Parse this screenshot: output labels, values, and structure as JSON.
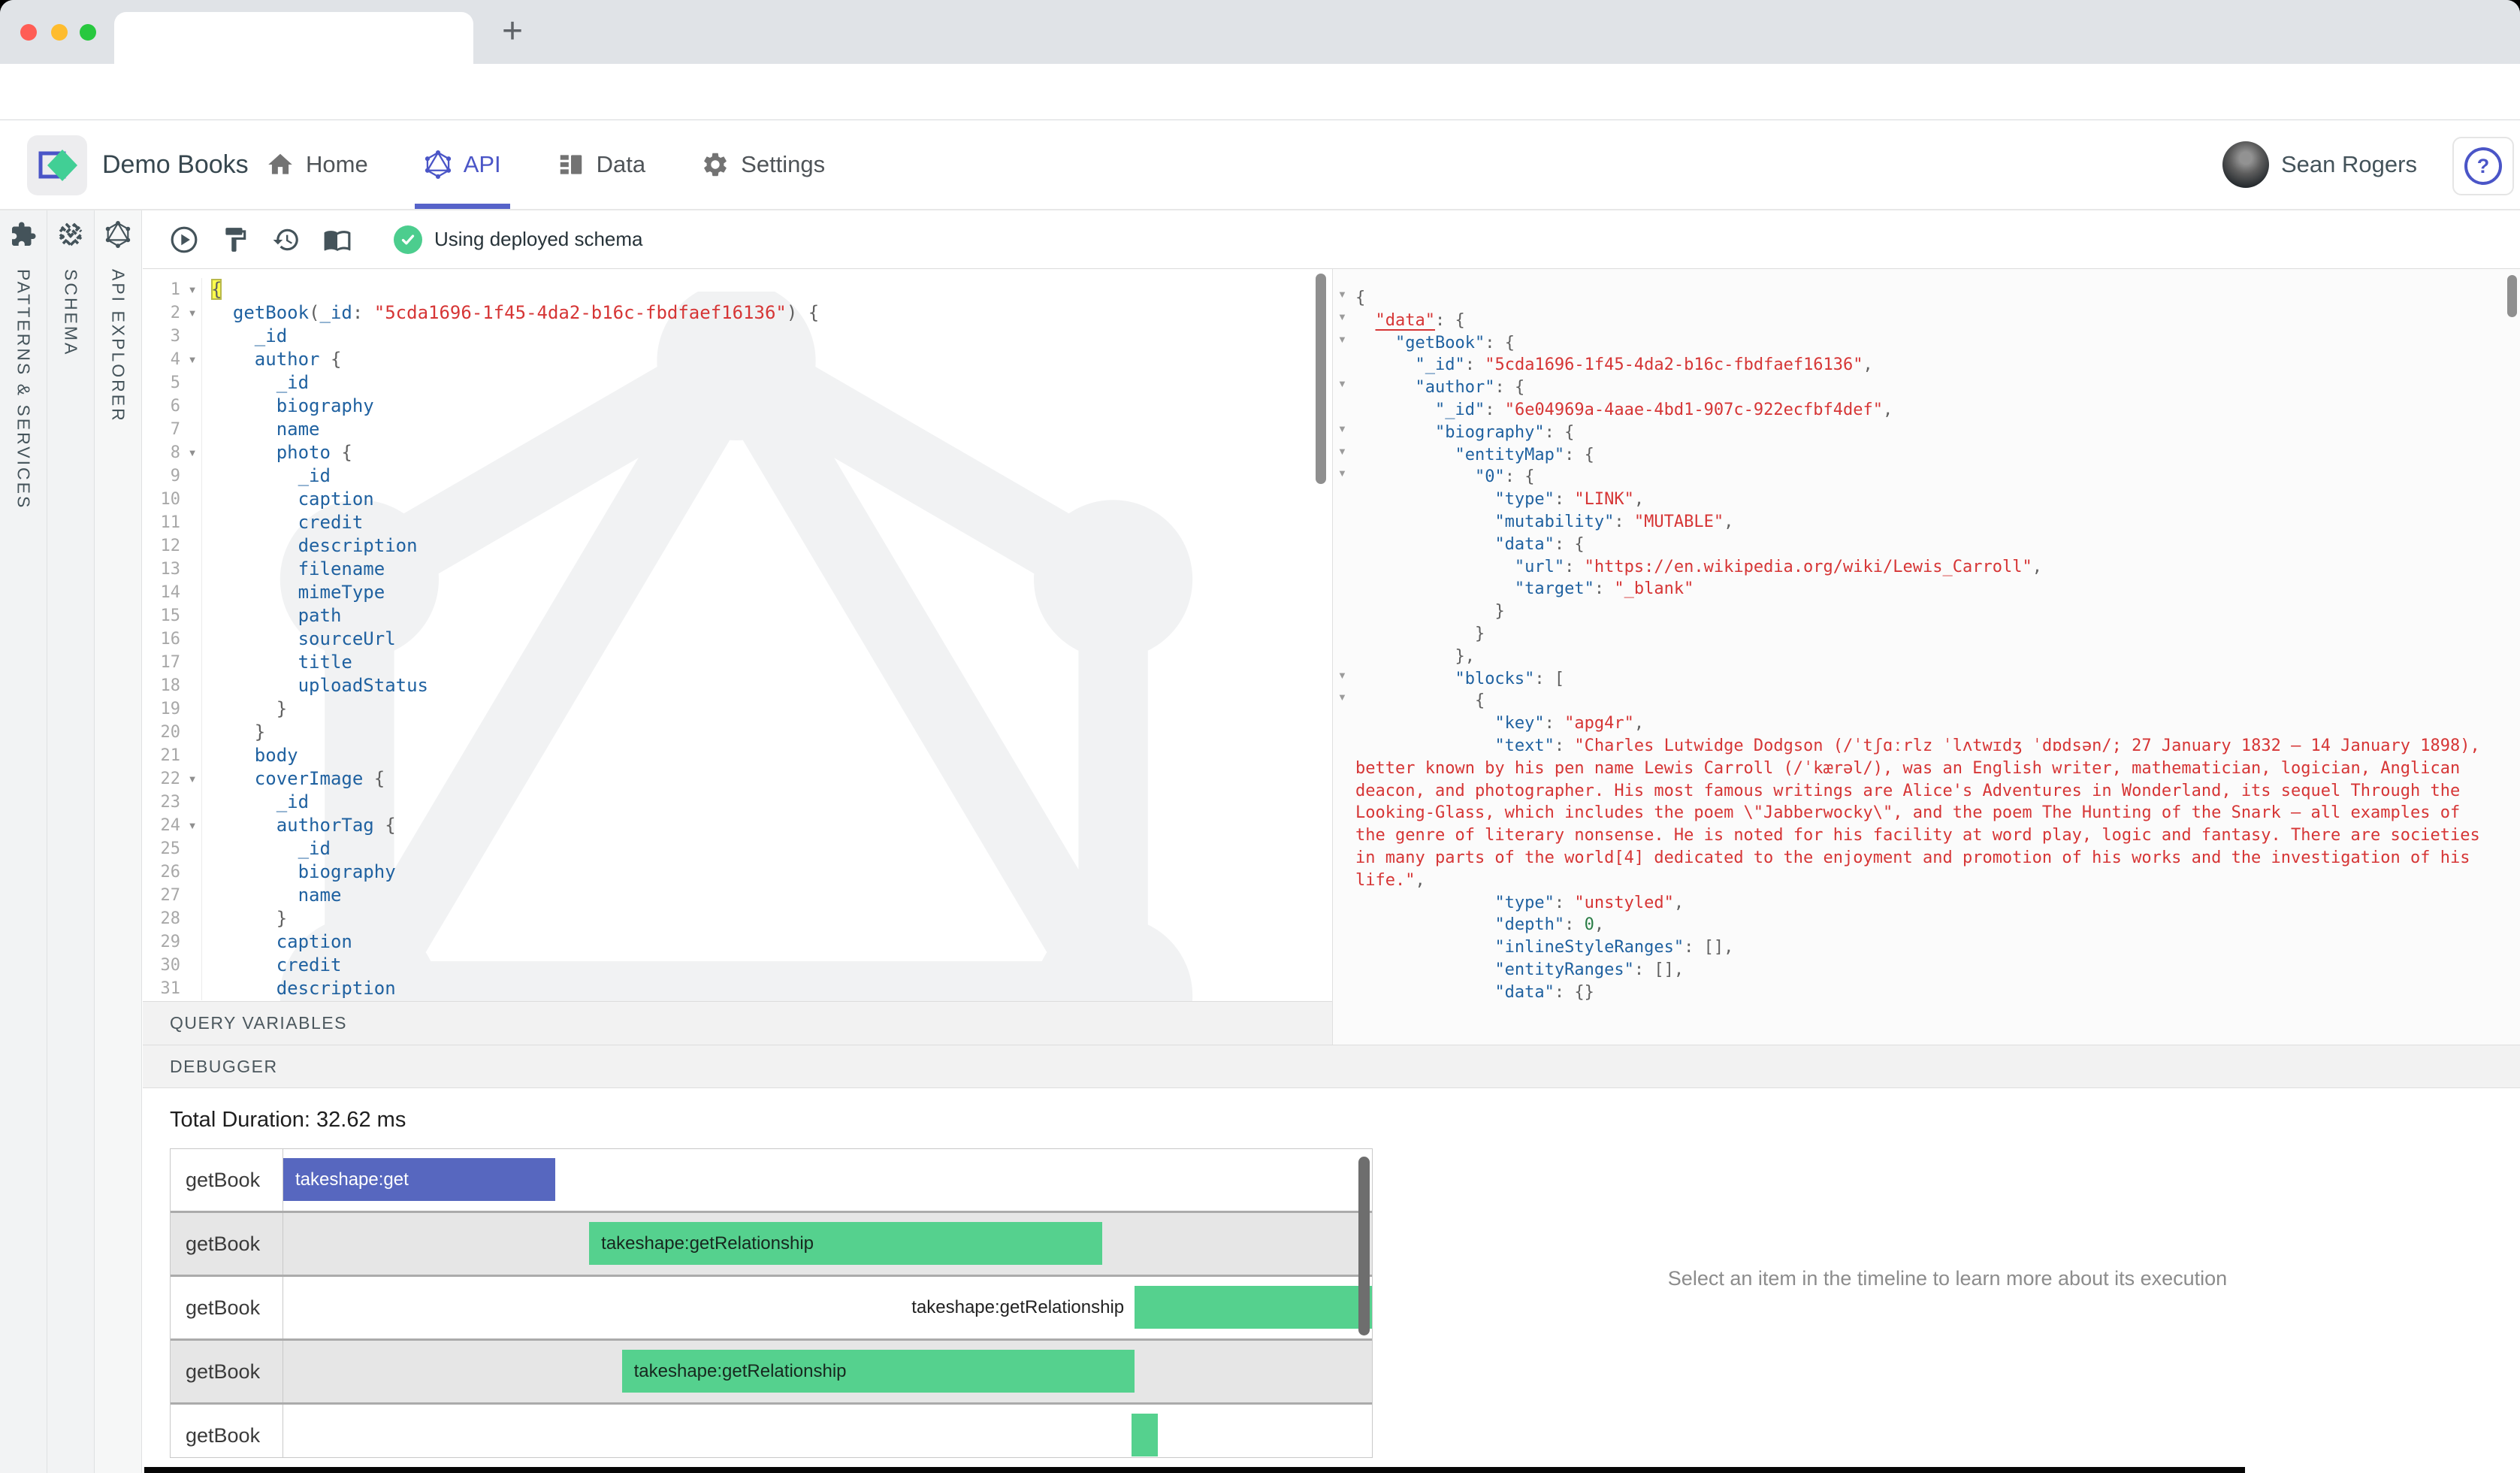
{
  "colors": {
    "accent_indigo": "#5663c9",
    "api_blue": "#4a55c7",
    "bar_purple": "#5767bf",
    "bar_green": "#55d18e",
    "status_green": "#4ccd8e",
    "key_blue": "#1f61a0",
    "string_red": "#d63535",
    "number_green": "#2a7d46"
  },
  "browser": {
    "new_tab_label": "+",
    "url_value": "",
    "icons": [
      "back-arrow-icon",
      "forward-arrow-icon",
      "reload-icon",
      "kebab-menu-icon"
    ]
  },
  "nav": {
    "brand": "Demo Books",
    "items": [
      {
        "label": "Home",
        "icon": "home-icon",
        "active": false
      },
      {
        "label": "API",
        "icon": "graphql-icon",
        "active": true
      },
      {
        "label": "Data",
        "icon": "data-icon",
        "active": false
      },
      {
        "label": "Settings",
        "icon": "gear-icon",
        "active": false
      }
    ],
    "user": "Sean Rogers",
    "help_label": "?"
  },
  "rail": {
    "tabs": [
      {
        "id": "patterns-services",
        "label": "PATTERNS & SERVICES",
        "icon": "puzzle-icon",
        "active": false
      },
      {
        "id": "schema",
        "label": "SCHEMA",
        "icon": "weave-icon",
        "active": false
      },
      {
        "id": "api-explorer",
        "label": "API EXPLORER",
        "icon": "graphql-icon",
        "active": true
      }
    ]
  },
  "toolbar": {
    "buttons": [
      {
        "name": "execute-button",
        "icon": "play-icon"
      },
      {
        "name": "prettify-button",
        "icon": "paint-roller-icon"
      },
      {
        "name": "history-button",
        "icon": "history-icon"
      },
      {
        "name": "docs-button",
        "icon": "book-icon"
      }
    ],
    "status": {
      "icon": "check-icon",
      "text": "Using deployed schema"
    }
  },
  "editor": {
    "fold_lines": [
      1,
      2,
      4,
      8,
      22,
      24
    ],
    "highlight_line": 1,
    "lines": [
      "{",
      "  getBook(_id: \"5cda1696-1f45-4da2-b16c-fbdfaef16136\") {",
      "    _id",
      "    author {",
      "      _id",
      "      biography",
      "      name",
      "      photo {",
      "        _id",
      "        caption",
      "        credit",
      "        description",
      "        filename",
      "        mimeType",
      "        path",
      "        sourceUrl",
      "        title",
      "        uploadStatus",
      "      }",
      "    }",
      "    body",
      "    coverImage {",
      "      _id",
      "      authorTag {",
      "        _id",
      "        biography",
      "        name",
      "      }",
      "      caption",
      "      credit",
      "      description"
    ]
  },
  "panels": {
    "query_variables": "QUERY VARIABLES",
    "debugger": "DEBUGGER"
  },
  "response": {
    "link_key_line": 1,
    "fold_lines": [
      0,
      1,
      2,
      4,
      6,
      7,
      8,
      17,
      18
    ],
    "lines": [
      "{",
      "  \"data\": {",
      "    \"getBook\": {",
      "      \"_id\": \"5cda1696-1f45-4da2-b16c-fbdfaef16136\",",
      "      \"author\": {",
      "        \"_id\": \"6e04969a-4aae-4bd1-907c-922ecfbf4def\",",
      "        \"biography\": {",
      "          \"entityMap\": {",
      "            \"0\": {",
      "              \"type\": \"LINK\",",
      "              \"mutability\": \"MUTABLE\",",
      "              \"data\": {",
      "                \"url\": \"https://en.wikipedia.org/wiki/Lewis_Carroll\",",
      "                \"target\": \"_blank\"",
      "              }",
      "            }",
      "          },",
      "          \"blocks\": [",
      "            {",
      "              \"key\": \"apg4r\",",
      "              \"text\": \"Charles Lutwidge Dodgson (/ˈtʃɑːrlz ˈlʌtwɪdʒ ˈdɒdsən/; 27 January 1832 – 14 January 1898), better known by his pen name Lewis Carroll (/ˈkærəl/), was an English writer, mathematician, logician, Anglican deacon, and photographer. His most famous writings are Alice's Adventures in Wonderland, its sequel Through the Looking-Glass, which includes the poem \\\"Jabberwocky\\\", and the poem The Hunting of the Snark – all examples of the genre of literary nonsense. He is noted for his facility at word play, logic and fantasy. There are societies in many parts of the world[4] dedicated to the enjoyment and promotion of his works and the investigation of his life.\",",
      "              \"type\": \"unstyled\",",
      "              \"depth\": 0,",
      "              \"inlineStyleRanges\": [],",
      "              \"entityRanges\": [],",
      "              \"data\": {}"
    ]
  },
  "debugger_panel": {
    "total_duration": "Total Duration: 32.62 ms",
    "empty_message": "Select an item in the timeline to learn more about its execution",
    "timeline": {
      "rows": [
        {
          "resolver": "getBook",
          "label": "takeshape:get",
          "color": "#5767bf",
          "text_color": "#ffffff",
          "start_pct": 0,
          "end_pct": 25.0,
          "label_position": "inside",
          "shaded": false
        },
        {
          "resolver": "getBook",
          "label": "takeshape:getRelationship",
          "color": "#55d18e",
          "text_color": "#17271e",
          "start_pct": 28.1,
          "end_pct": 75.2,
          "label_position": "inside",
          "shaded": true
        },
        {
          "resolver": "getBook",
          "label": "takeshape:getRelationship",
          "color": "#55d18e",
          "text_color": "#17271e",
          "start_pct": 78.2,
          "end_pct": 100,
          "label_position": "outside-left",
          "shaded": false
        },
        {
          "resolver": "getBook",
          "label": "takeshape:getRelationship",
          "color": "#55d18e",
          "text_color": "#17271e",
          "start_pct": 31.1,
          "end_pct": 78.2,
          "label_position": "inside",
          "shaded": true
        },
        {
          "resolver": "getBook",
          "label": "",
          "color": "#55d18e",
          "text_color": "#17271e",
          "start_pct": 77.9,
          "end_pct": 80.3,
          "label_position": "none",
          "shaded": false
        }
      ]
    }
  }
}
